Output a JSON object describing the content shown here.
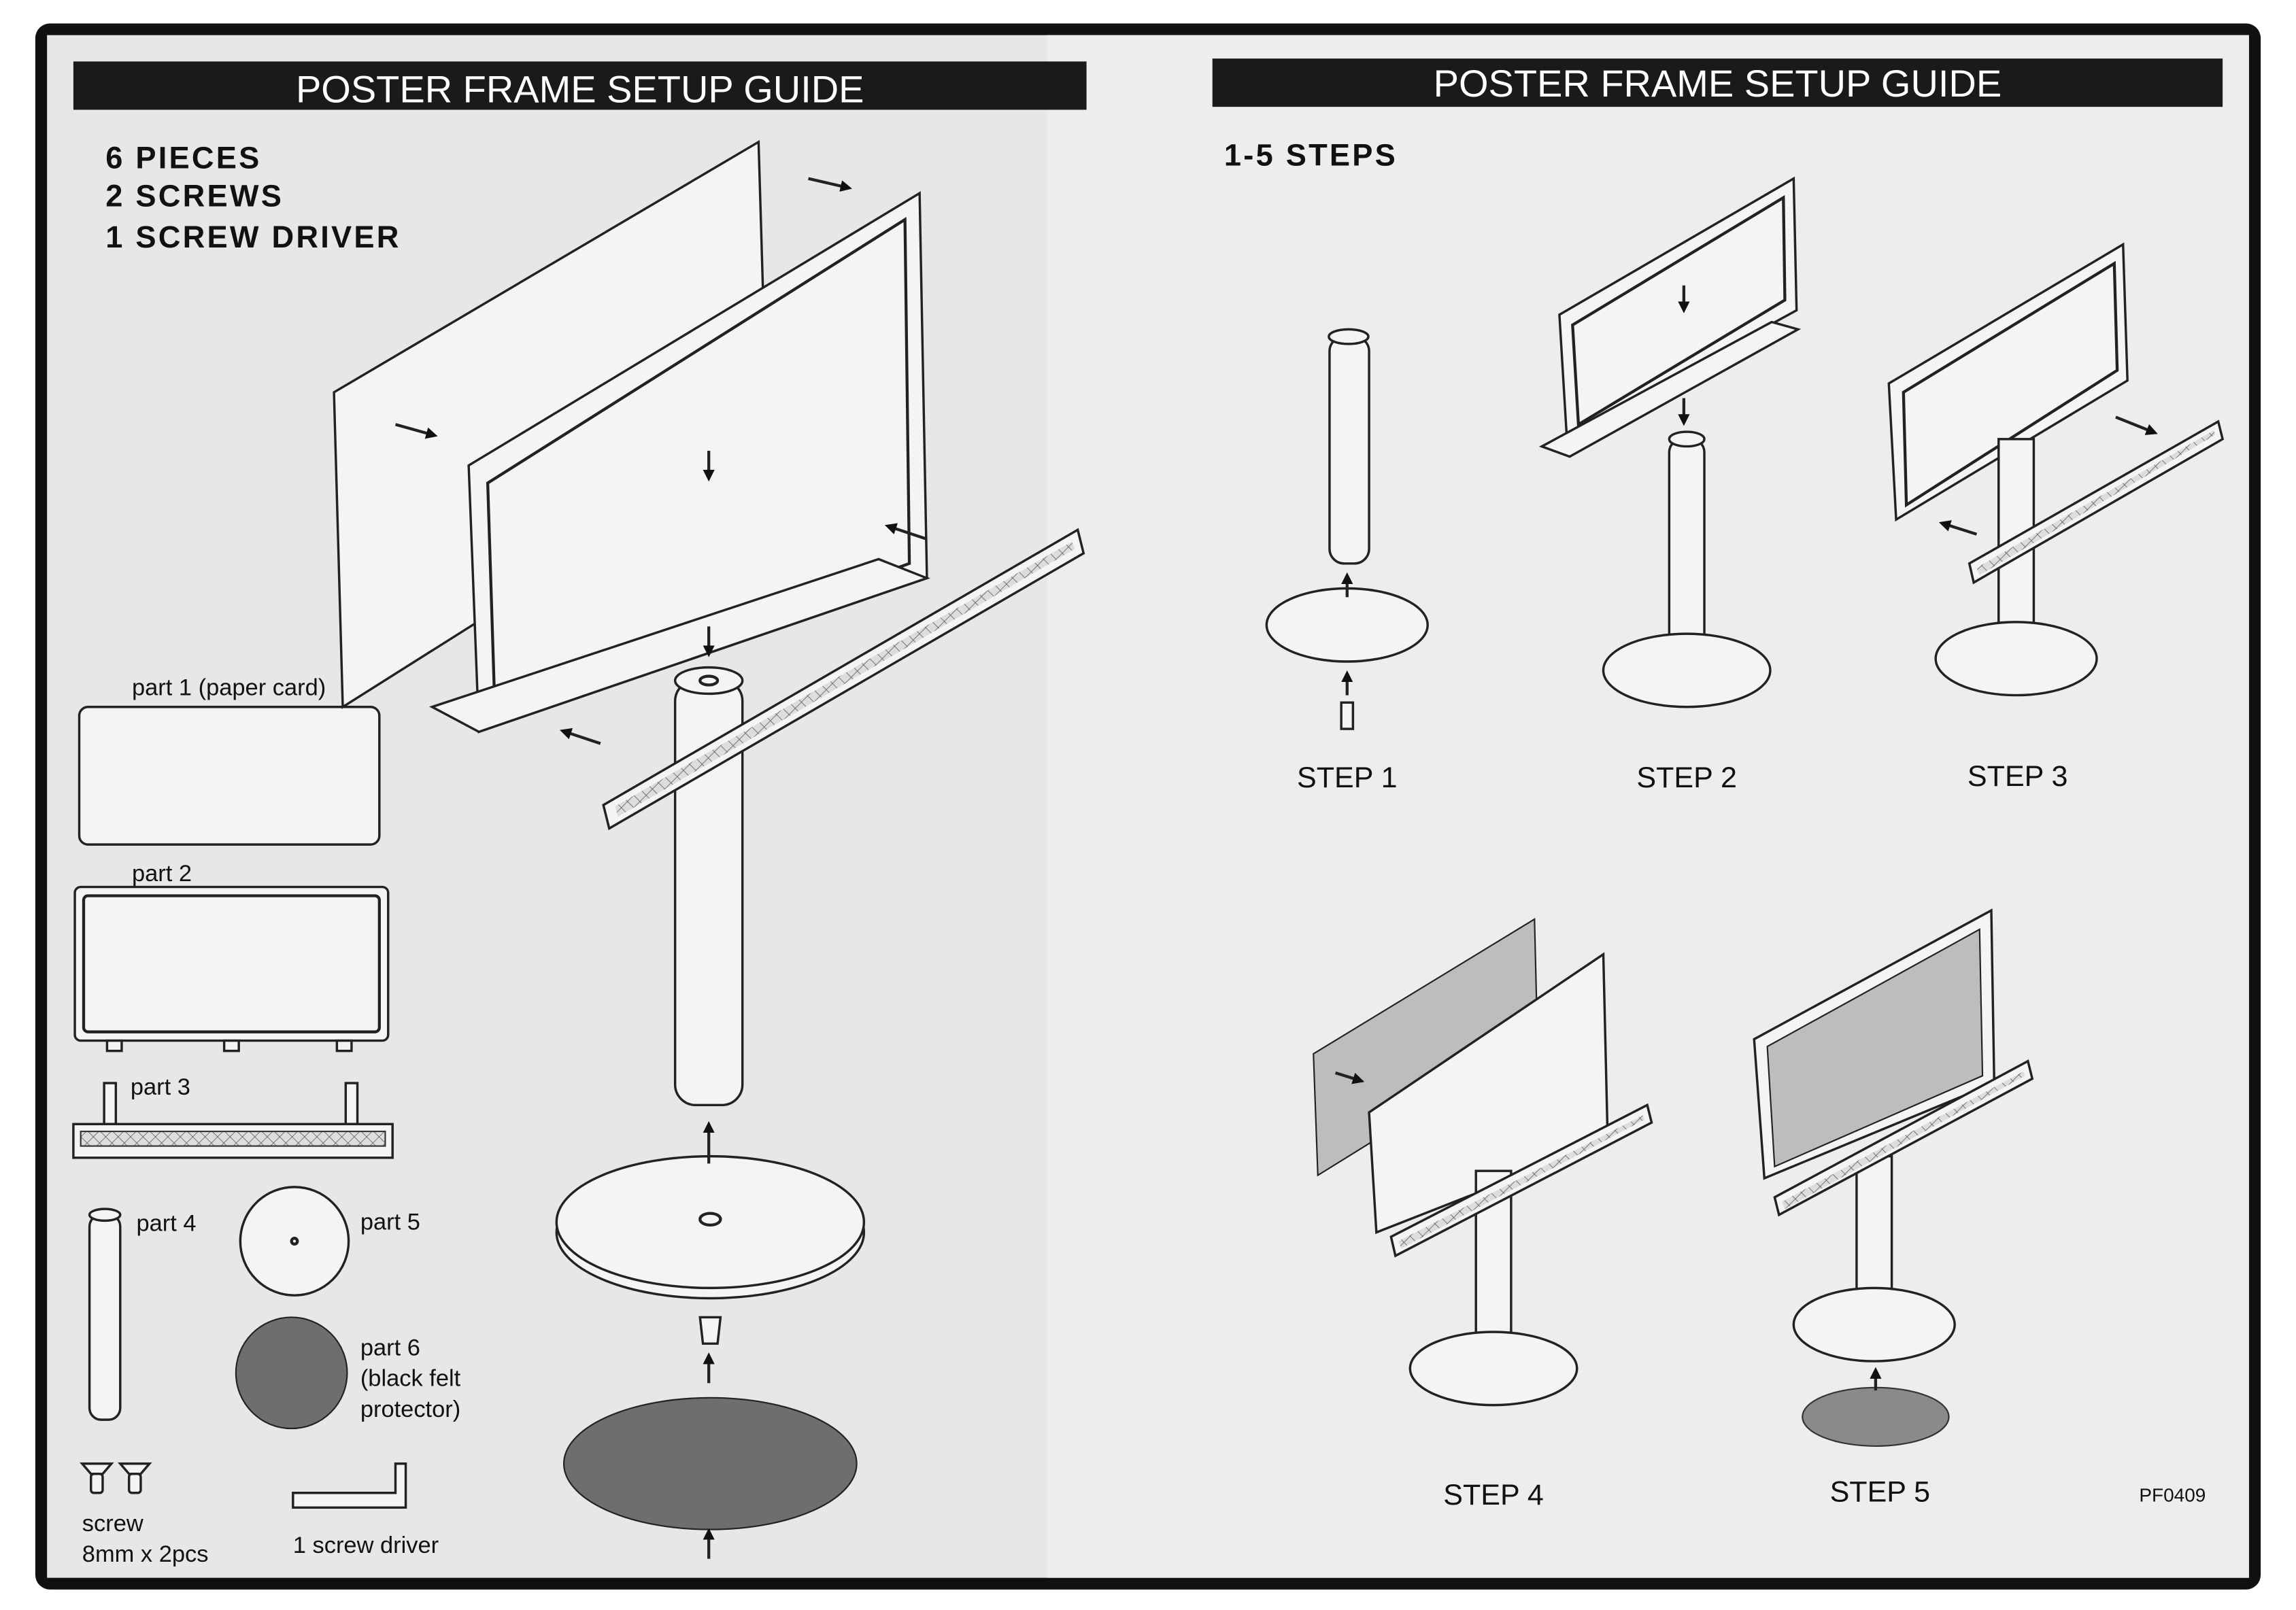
{
  "left": {
    "header": "POSTER FRAME SETUP GUIDE",
    "contents": [
      "6  PIECES",
      "2  SCREWS",
      "1  SCREW DRIVER"
    ],
    "parts": {
      "part1": "part 1 (paper card)",
      "part2": "part 2",
      "part3": "part 3",
      "part4": "part 4",
      "part5": "part 5",
      "part6": [
        "part 6",
        "(black felt",
        "protector)"
      ],
      "screw": [
        "screw",
        "8mm x 2pcs"
      ],
      "driver": "1 screw driver"
    }
  },
  "right": {
    "header": "POSTER FRAME SETUP GUIDE",
    "subtitle": "1-5 STEPS",
    "steps": [
      "STEP 1",
      "STEP 2",
      "STEP 3",
      "STEP 4",
      "STEP 5"
    ],
    "code": "PF0409"
  },
  "colors": {
    "header_bg": "#1a1a1a",
    "paper": "#e9e9e9",
    "felt": "#6e6e6e"
  }
}
